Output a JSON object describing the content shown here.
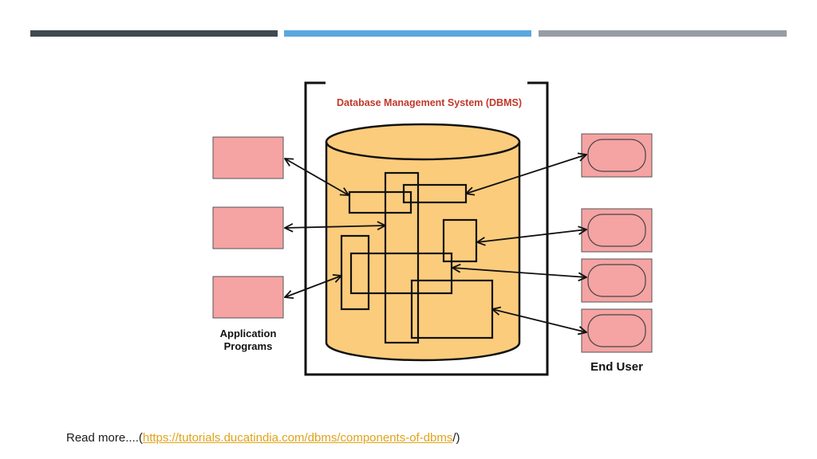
{
  "header_bars": [
    "dark",
    "blue",
    "gray"
  ],
  "colors": {
    "bar_dark": "#3f4a50",
    "bar_blue": "#5aa8de",
    "bar_gray": "#979da3",
    "cylinder_fill": "#fbcc7c",
    "box_fill": "#f5a3a3",
    "title_red": "#c0392b",
    "link_orange": "#e0a31a"
  },
  "diagram": {
    "title": "Database Management System (DBMS)",
    "application_programs_label_line1": "Application",
    "application_programs_label_line2": "Programs",
    "end_user_label": "End User",
    "application_program_count": 3,
    "end_user_count": 4
  },
  "footer": {
    "prefix": "Read more....(",
    "link_text": "https://tutorials.ducatindia.com/dbms/components-of-dbms",
    "suffix": "/)"
  }
}
